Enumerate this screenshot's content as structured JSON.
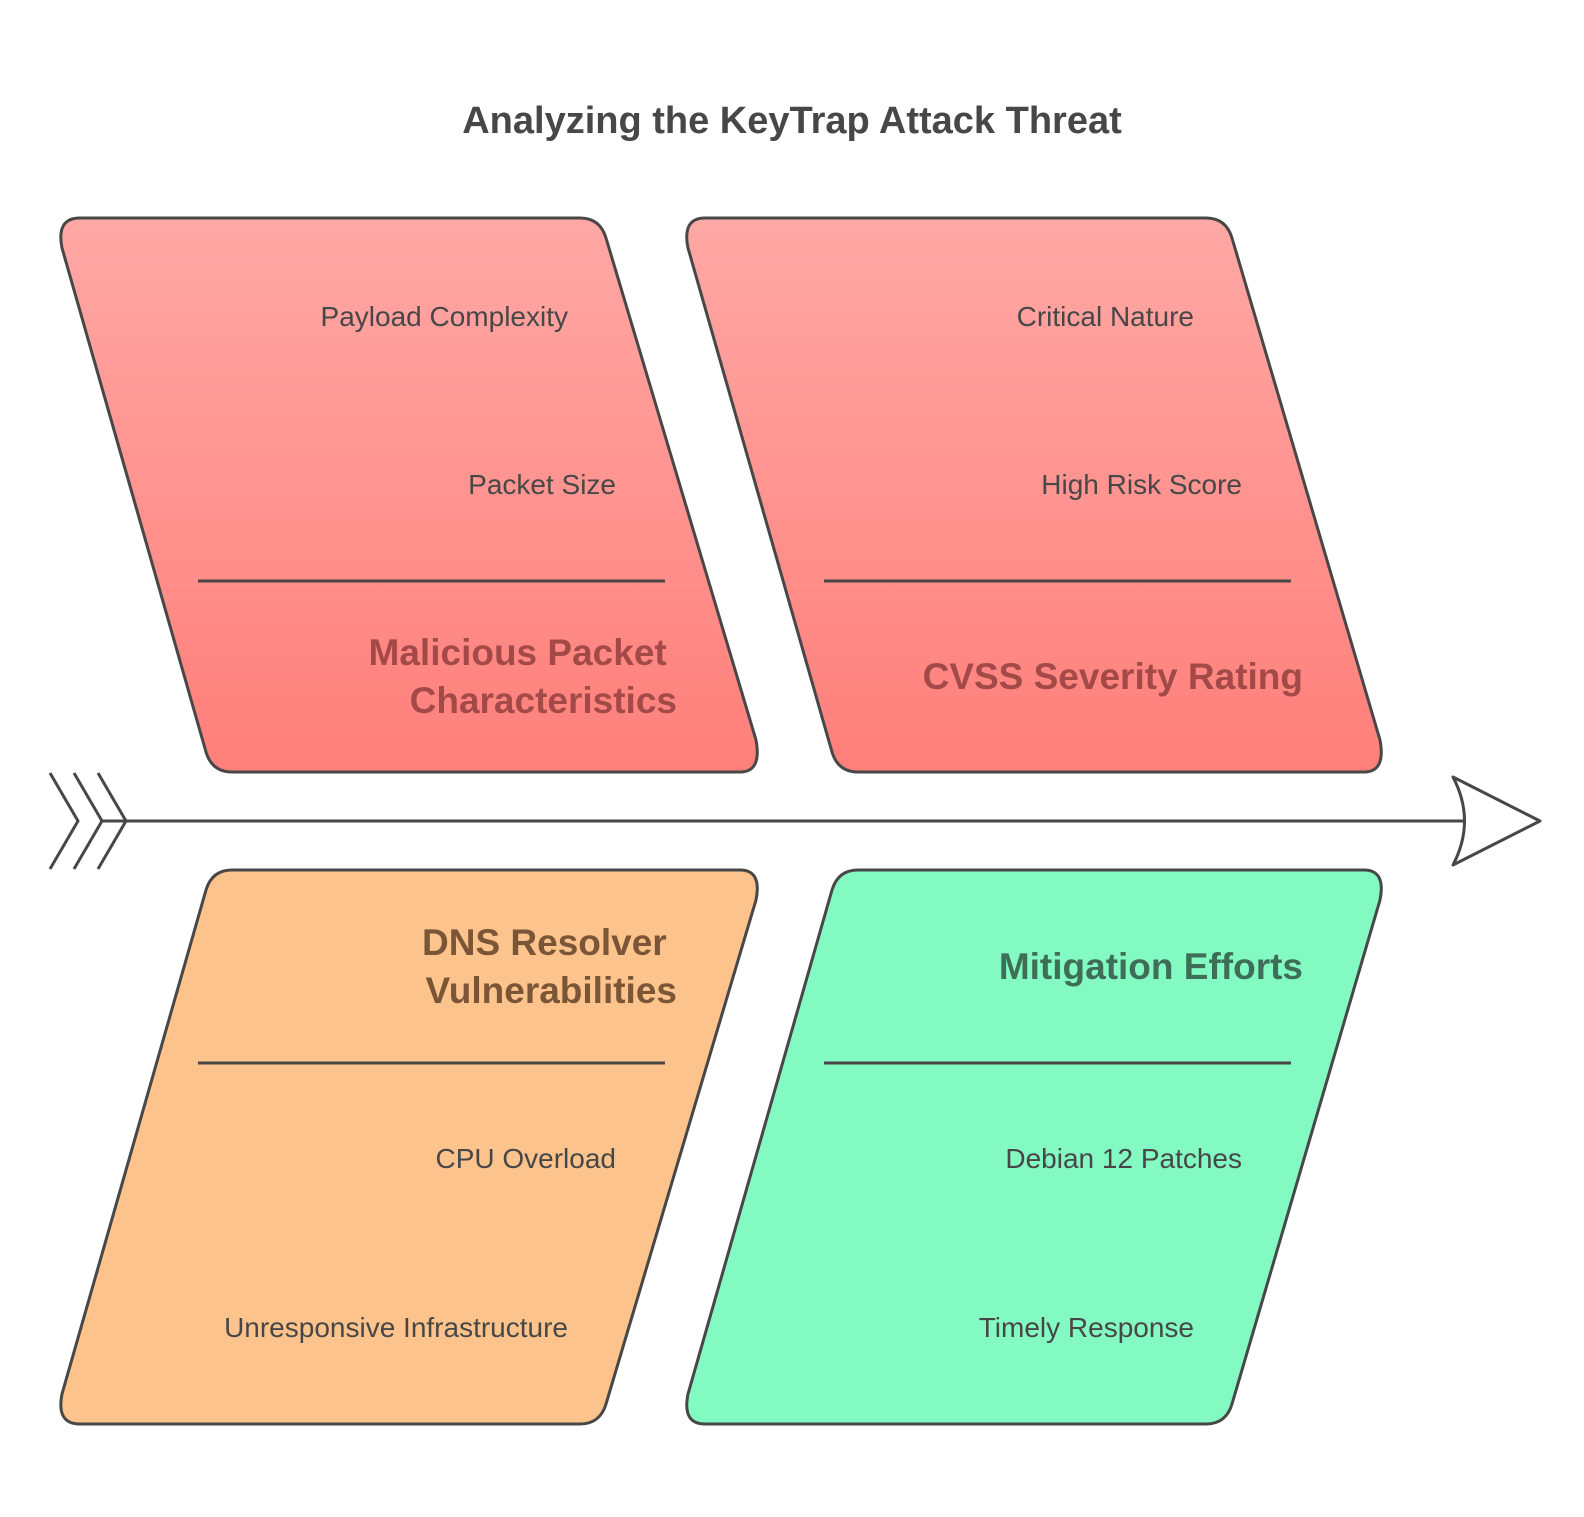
{
  "title": "Analyzing the KeyTrap Attack Threat",
  "colors": {
    "red_fill_top": "#FFA8A5",
    "red_fill_bottom": "#FF7F7A",
    "red_text": "#A34A48",
    "orange_fill": "#FDC38D",
    "orange_text": "#7A5637",
    "green_fill": "#83FAC2",
    "green_text": "#3E6E57",
    "stroke": "#474747",
    "spine": "#474747"
  },
  "categories": [
    {
      "name": "Malicious Packet Characteristics",
      "lines": [
        "Malicious Packet",
        "Characteristics"
      ],
      "items": [
        "Payload Complexity",
        "Packet Size"
      ]
    },
    {
      "name": "CVSS Severity Rating",
      "lines": [
        "CVSS Severity Rating"
      ],
      "items": [
        "Critical Nature",
        "High Risk Score"
      ]
    },
    {
      "name": "DNS Resolver Vulnerabilities",
      "lines": [
        "DNS Resolver",
        "Vulnerabilities"
      ],
      "items": [
        "CPU Overload",
        "Unresponsive Infrastructure"
      ]
    },
    {
      "name": "Mitigation Efforts",
      "lines": [
        "Mitigation Efforts"
      ],
      "items": [
        "Debian 12 Patches",
        "Timely Response"
      ]
    }
  ]
}
